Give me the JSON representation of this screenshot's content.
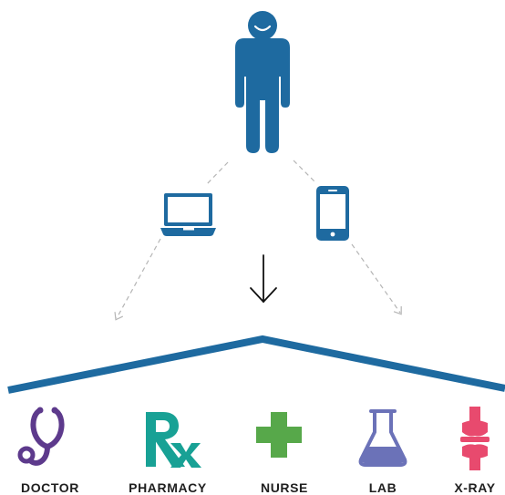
{
  "colors": {
    "primary_blue": "#1e6aa0",
    "doctor_purple": "#5d3a8c",
    "pharmacy_teal": "#18a195",
    "nurse_green": "#57a84a",
    "lab_purple": "#6b72b8",
    "xray_pink": "#e84a6e",
    "dashed_arrow": "#b5b5b5"
  },
  "diagram": {
    "patient": {
      "icon": "person-icon"
    },
    "devices": [
      {
        "icon": "laptop-icon"
      },
      {
        "icon": "smartphone-icon"
      }
    ],
    "connector": {
      "icon": "arrow-down-icon"
    },
    "roof": {
      "icon": "roof-line"
    }
  },
  "services": [
    {
      "label": "DOCTOR",
      "icon": "stethoscope-icon",
      "color": "#5d3a8c"
    },
    {
      "label": "PHARMACY",
      "icon": "rx-icon",
      "color": "#18a195"
    },
    {
      "label": "NURSE",
      "icon": "medical-cross-icon",
      "color": "#57a84a"
    },
    {
      "label": "LAB",
      "icon": "flask-icon",
      "color": "#6b72b8"
    },
    {
      "label": "X-RAY",
      "icon": "bone-joint-icon",
      "color": "#e84a6e"
    }
  ]
}
